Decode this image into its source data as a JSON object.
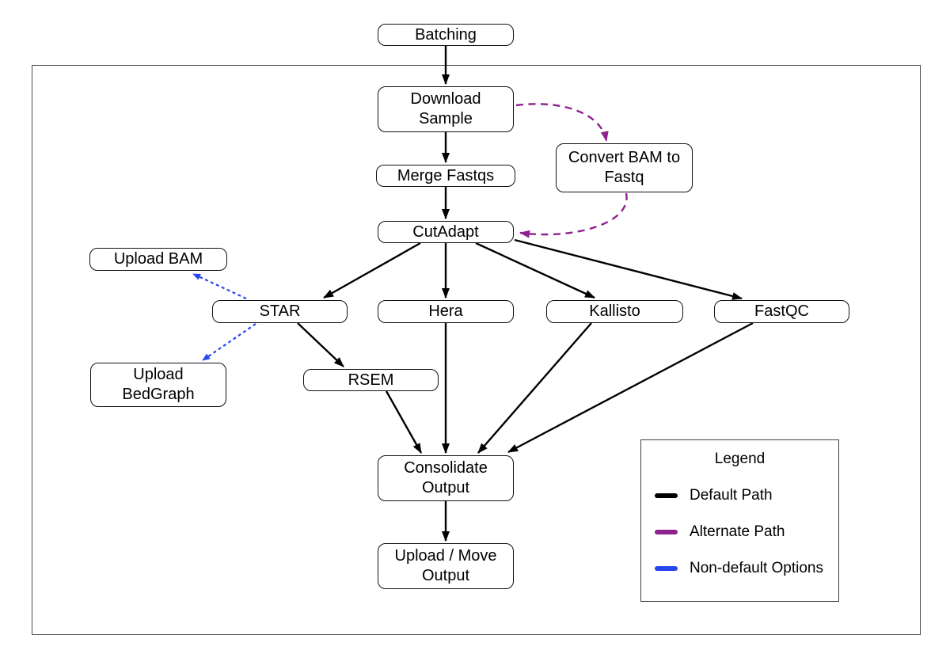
{
  "colors": {
    "default": "#000000",
    "alternate": "#8e2190",
    "nondefault": "#2847ee"
  },
  "nodes": {
    "batching": {
      "label": "Batching"
    },
    "download_sample": {
      "label": "Download\nSample"
    },
    "convert_bam_to_fastq": {
      "label": "Convert BAM to\nFastq"
    },
    "merge_fastqs": {
      "label": "Merge Fastqs"
    },
    "cutadapt": {
      "label": "CutAdapt"
    },
    "upload_bam": {
      "label": "Upload BAM"
    },
    "star": {
      "label": "STAR"
    },
    "hera": {
      "label": "Hera"
    },
    "kallisto": {
      "label": "Kallisto"
    },
    "fastqc": {
      "label": "FastQC"
    },
    "upload_bedgraph": {
      "label": "Upload\nBedGraph"
    },
    "rsem": {
      "label": "RSEM"
    },
    "consolidate_output": {
      "label": "Consolidate\nOutput"
    },
    "upload_move_output": {
      "label": "Upload / Move\nOutput"
    }
  },
  "edges": [
    {
      "from": "Batching",
      "to": "Download Sample",
      "type": "default"
    },
    {
      "from": "Download Sample",
      "to": "Merge Fastqs",
      "type": "default"
    },
    {
      "from": "Merge Fastqs",
      "to": "CutAdapt",
      "type": "default"
    },
    {
      "from": "Download Sample",
      "to": "Convert BAM to Fastq",
      "type": "alternate"
    },
    {
      "from": "Convert BAM to Fastq",
      "to": "CutAdapt",
      "type": "alternate"
    },
    {
      "from": "CutAdapt",
      "to": "STAR",
      "type": "default"
    },
    {
      "from": "CutAdapt",
      "to": "Hera",
      "type": "default"
    },
    {
      "from": "CutAdapt",
      "to": "Kallisto",
      "type": "default"
    },
    {
      "from": "CutAdapt",
      "to": "FastQC",
      "type": "default"
    },
    {
      "from": "STAR",
      "to": "Upload BAM",
      "type": "nondefault"
    },
    {
      "from": "STAR",
      "to": "Upload BedGraph",
      "type": "nondefault"
    },
    {
      "from": "STAR",
      "to": "RSEM",
      "type": "default"
    },
    {
      "from": "RSEM",
      "to": "Consolidate Output",
      "type": "default"
    },
    {
      "from": "Hera",
      "to": "Consolidate Output",
      "type": "default"
    },
    {
      "from": "Kallisto",
      "to": "Consolidate Output",
      "type": "default"
    },
    {
      "from": "FastQC",
      "to": "Consolidate Output",
      "type": "default"
    },
    {
      "from": "Consolidate Output",
      "to": "Upload / Move Output",
      "type": "default"
    }
  ],
  "legend": {
    "title": "Legend",
    "items": [
      {
        "label": "Default Path",
        "color": "#000000",
        "line_style": "solid"
      },
      {
        "label": "Alternate Path",
        "color": "#8e2190",
        "line_style": "dashed"
      },
      {
        "label": "Non-default Options",
        "color": "#2847ee",
        "line_style": "dotted"
      }
    ]
  }
}
